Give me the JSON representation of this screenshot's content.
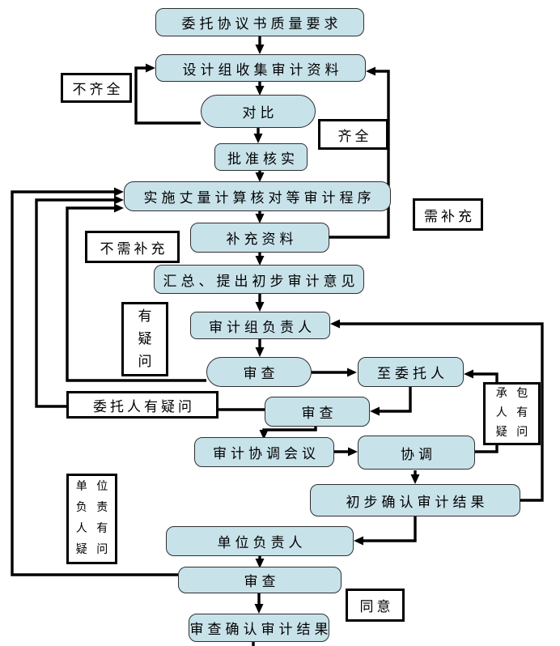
{
  "colors": {
    "node_fill": "#c8e2ea",
    "node_border": "#2f2f2f",
    "line_color": "#000000",
    "label_bg": "#ffffff",
    "label_border": "#000000"
  },
  "nodes": [
    {
      "label": "委托协议书质量要求"
    },
    {
      "label": "设计组收集审计资料"
    },
    {
      "label": "对比"
    },
    {
      "label": "批准核实"
    },
    {
      "label": "实施丈量计算核对等审计程序"
    },
    {
      "label": "补充资料"
    },
    {
      "label": "汇总、提出初步审计意见"
    },
    {
      "label": "审计组负责人"
    },
    {
      "label": "审查"
    },
    {
      "label": "至委托人"
    },
    {
      "label": "审查"
    },
    {
      "label": "审计协调会议"
    },
    {
      "label": "协调"
    },
    {
      "label": "初步确认审计结果"
    },
    {
      "label": "单位负责人"
    },
    {
      "label": "审查"
    },
    {
      "label": "审查确认审计结果"
    }
  ],
  "labels": [
    {
      "text": "不齐全"
    },
    {
      "text": "齐全"
    },
    {
      "text": "需补充"
    },
    {
      "text": "不需补充"
    },
    {
      "lines": [
        "有",
        "疑",
        "问"
      ]
    },
    {
      "text": "委托人有疑问"
    },
    {
      "lines": [
        "承 包",
        "人 有",
        "疑 问"
      ]
    },
    {
      "lines": [
        "单 位",
        "负 责",
        "人 有",
        "疑 问"
      ]
    },
    {
      "text": "同意"
    }
  ]
}
